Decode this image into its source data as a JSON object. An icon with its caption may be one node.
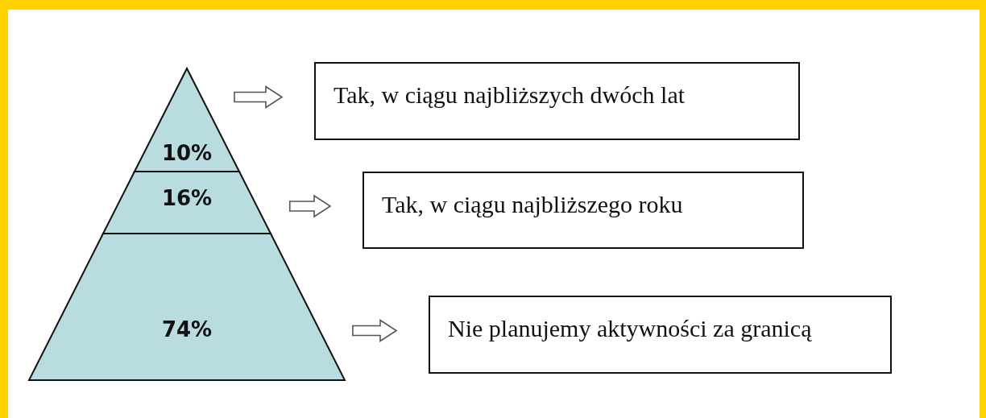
{
  "diagram": {
    "nodes": [
      {
        "text": [
          "10%"
        ]
      },
      {
        "text": [
          "16%"
        ]
      },
      {
        "text": [
          "74%"
        ]
      },
      {
        "text": [
          "Tak, w ciągu najbliższych dwóch lat"
        ]
      },
      {
        "text": [
          "Tak, w ciągu najbliższego roku"
        ]
      },
      {
        "text": [
          "Nie planujemy aktywności za granicą"
        ]
      }
    ],
    "edges": [
      {
        "from": 0,
        "to": 3,
        "arrow": "to"
      },
      {
        "from": 1,
        "to": 4,
        "arrow": "to"
      },
      {
        "from": 2,
        "to": 5,
        "arrow": "to"
      }
    ]
  }
}
